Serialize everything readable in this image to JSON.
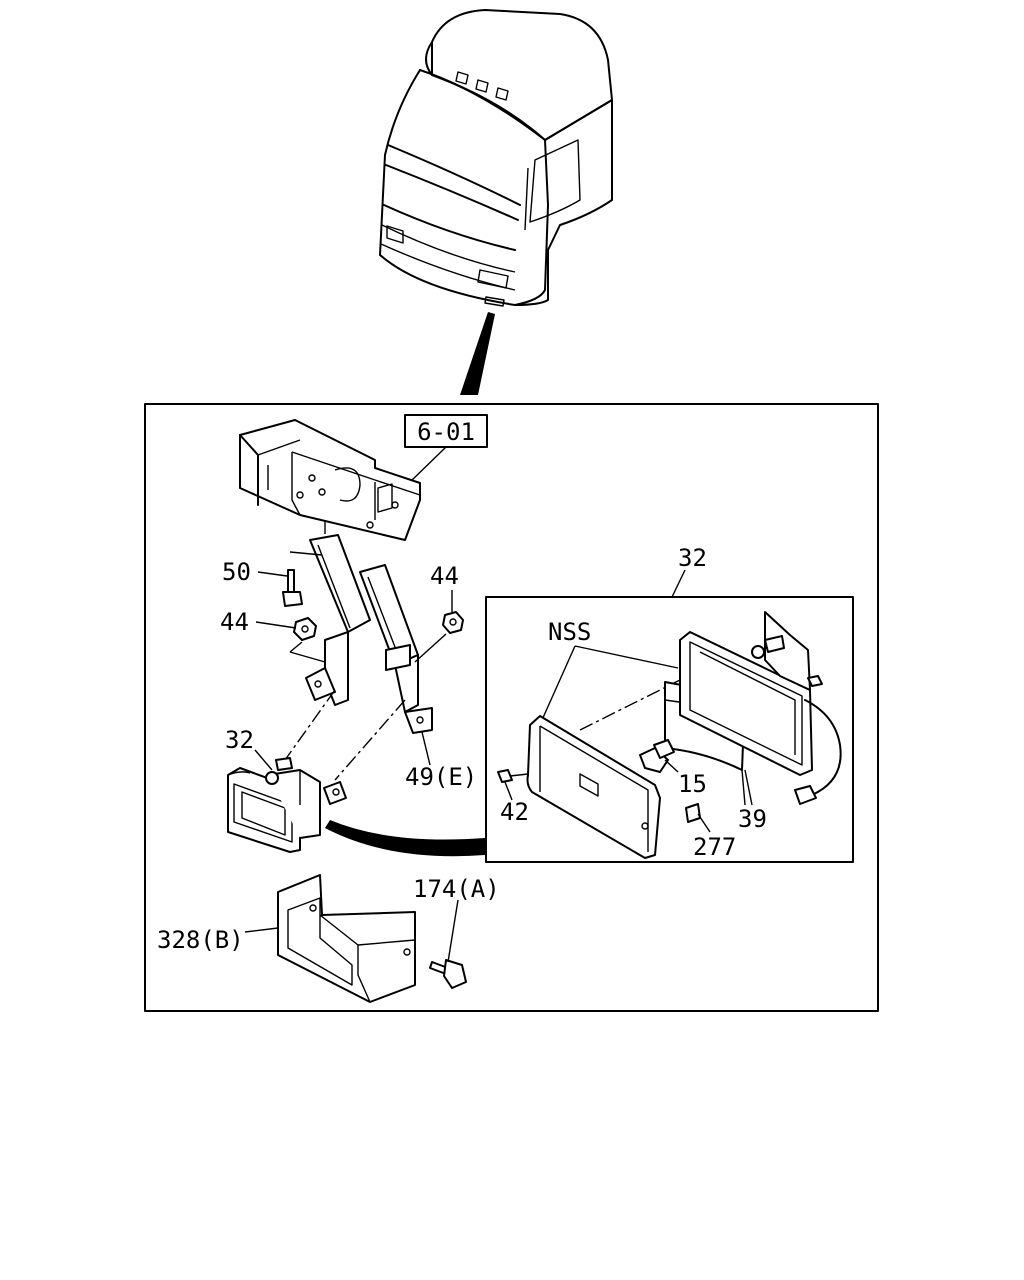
{
  "reference_box": "6-01",
  "callouts": {
    "bolt_50": "50",
    "nut_44_left": "44",
    "nut_44_right": "44",
    "lamp_32_left": "32",
    "lamp_32_detail": "32",
    "bracket_49": "49(E)",
    "nss": "NSS",
    "screw_42": "42",
    "bulb_15": "15",
    "ring_39": "39",
    "clip_277": "277",
    "bolt_174": "174(A)",
    "cover_328": "328(B)"
  }
}
